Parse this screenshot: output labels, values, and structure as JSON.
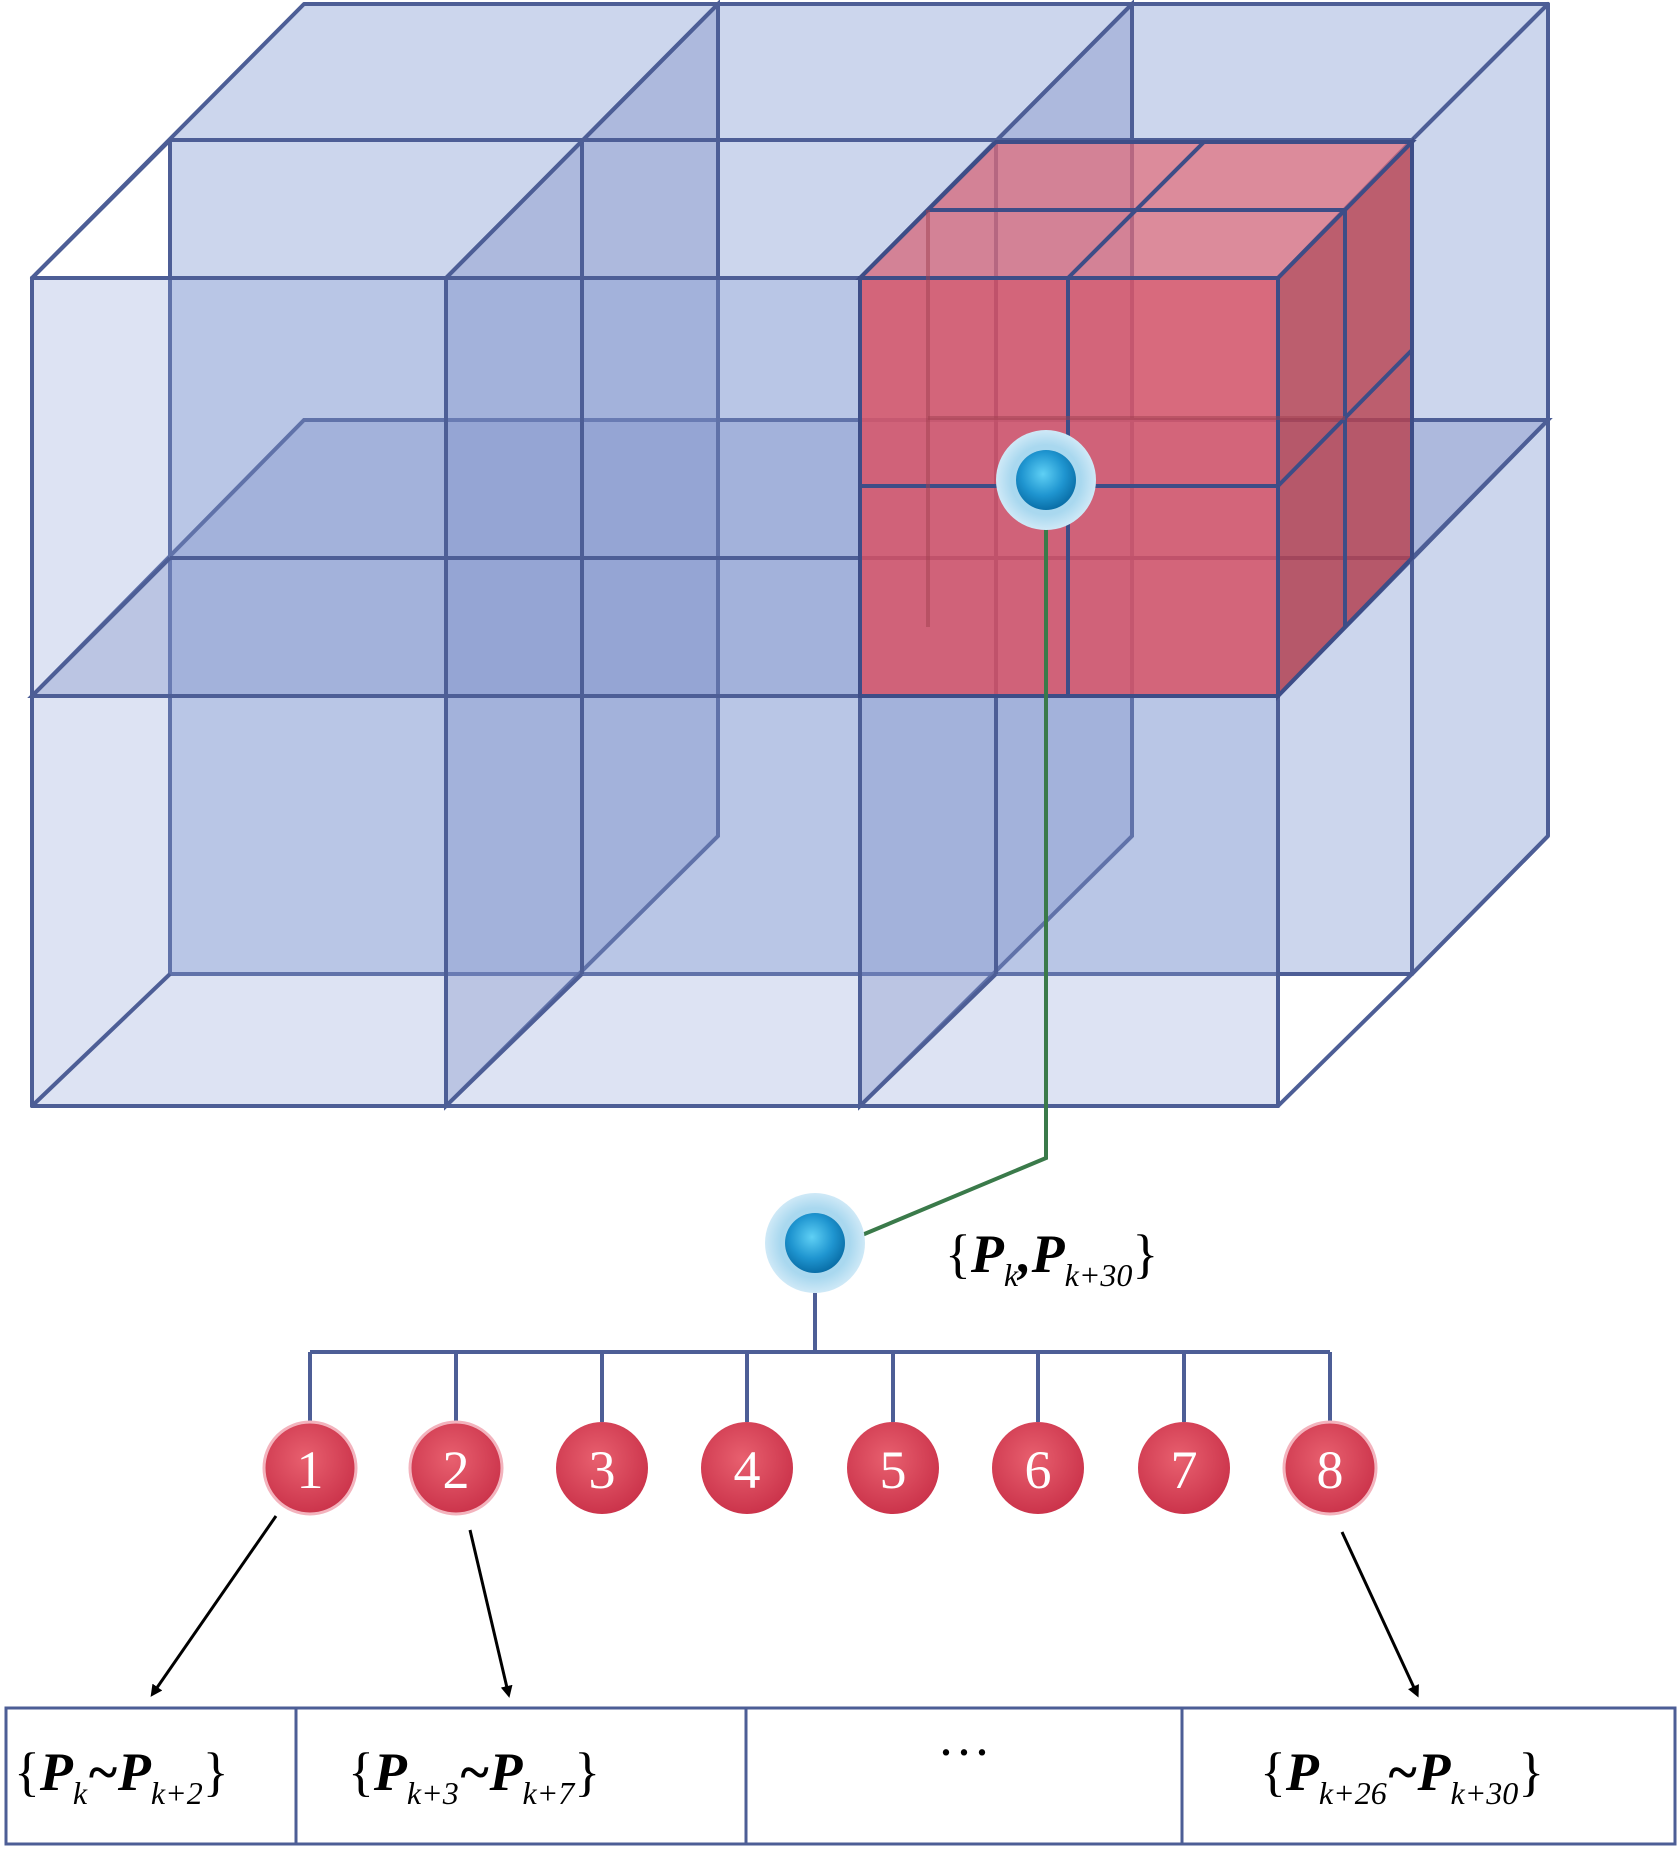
{
  "root_label": {
    "open": "{",
    "p1": "P",
    "p1_sub": "k",
    "sep": ",",
    "p2": "P",
    "p2_sub": "k+30",
    "close": "}"
  },
  "child_nodes": [
    "1",
    "2",
    "3",
    "4",
    "5",
    "6",
    "7",
    "8"
  ],
  "table": {
    "cells": [
      {
        "open": "{",
        "a": "P",
        "a_sub": "k",
        "tilde": "~",
        "b": "P",
        "b_sub": "k+2",
        "close": "}"
      },
      {
        "open": "{",
        "a": "P",
        "a_sub": "k+3",
        "tilde": "~",
        "b": "P",
        "b_sub": "k+7",
        "close": "}"
      },
      {
        "ellipsis": "···"
      },
      {
        "open": "{",
        "a": "P",
        "a_sub": "k+26",
        "tilde": "~",
        "b": "P",
        "b_sub": "k+30",
        "close": "}"
      }
    ]
  },
  "colors": {
    "blue_cube": "#8fa3d6",
    "red_cube": "#e0505f",
    "node_red": "#d8435a",
    "root_node": "#2fa3d8",
    "link": "#3a7a4a"
  }
}
